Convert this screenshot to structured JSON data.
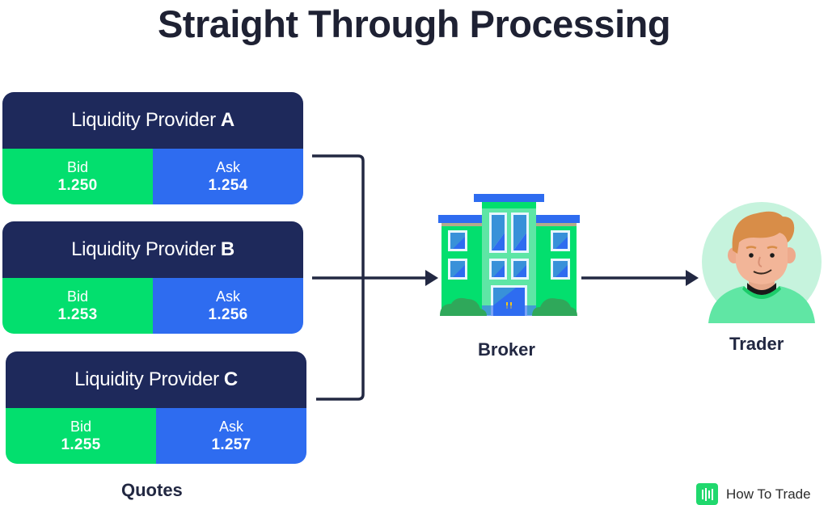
{
  "title": "Straight Through Processing",
  "providers": [
    {
      "name": "Liquidity Provider",
      "letter": "A",
      "bid_label": "Bid",
      "bid": "1.250",
      "ask_label": "Ask",
      "ask": "1.254"
    },
    {
      "name": "Liquidity Provider",
      "letter": "B",
      "bid_label": "Bid",
      "bid": "1.253",
      "ask_label": "Ask",
      "ask": "1.256"
    },
    {
      "name": "Liquidity Provider",
      "letter": "C",
      "bid_label": "Bid",
      "bid": "1.255",
      "ask_label": "Ask",
      "ask": "1.257"
    }
  ],
  "labels": {
    "quotes": "Quotes",
    "broker": "Broker",
    "trader": "Trader"
  },
  "icons": {
    "broker": "building-icon",
    "trader": "person-avatar-icon",
    "brand": "bar-chart-logo-icon"
  },
  "colors": {
    "header_navy": "#1e295b",
    "bid_green": "#03df6e",
    "ask_blue": "#2e6cf0",
    "connector": "#222842"
  },
  "brand": {
    "name": "How To Trade"
  }
}
